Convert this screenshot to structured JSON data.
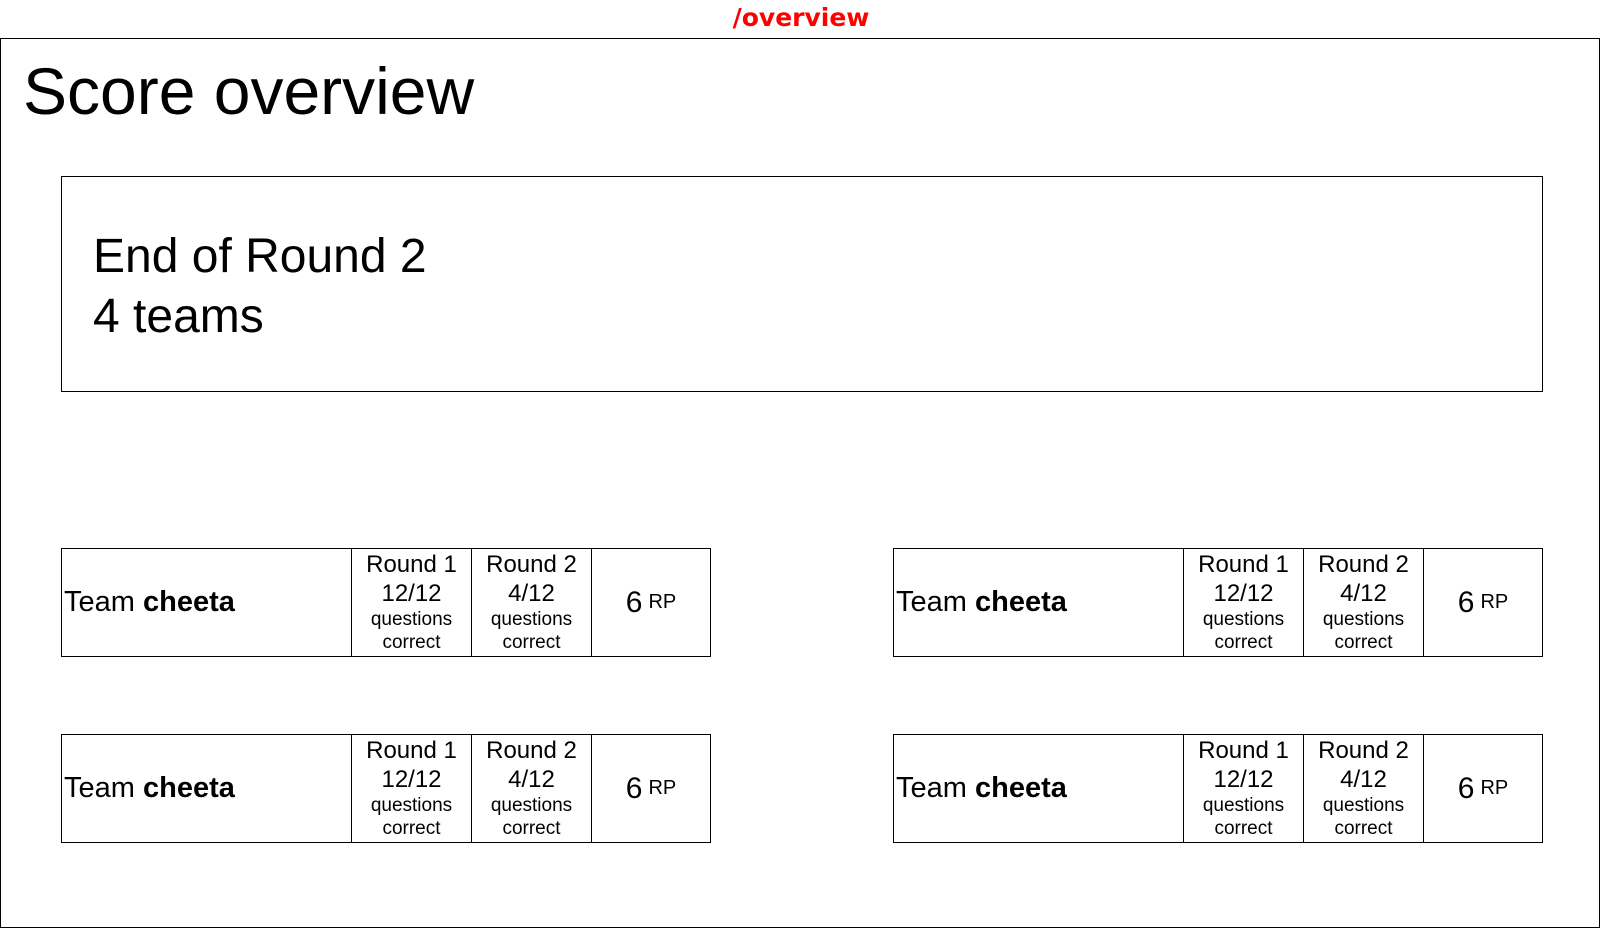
{
  "route": "/overview",
  "page": {
    "title": "Score overview"
  },
  "status": {
    "round_line": "End of Round 2",
    "teams_line": "4 teams"
  },
  "teams": [
    {
      "prefix": "Team",
      "name": "cheeta",
      "rounds": [
        {
          "label": "Round 1",
          "score": "12/12",
          "caption_1": "questions",
          "caption_2": "correct"
        },
        {
          "label": "Round 2",
          "score": "4/12",
          "caption_1": "questions",
          "caption_2": "correct"
        }
      ],
      "points": "6",
      "points_unit": "RP"
    },
    {
      "prefix": "Team",
      "name": "cheeta",
      "rounds": [
        {
          "label": "Round 1",
          "score": "12/12",
          "caption_1": "questions",
          "caption_2": "correct"
        },
        {
          "label": "Round 2",
          "score": "4/12",
          "caption_1": "questions",
          "caption_2": "correct"
        }
      ],
      "points": "6",
      "points_unit": "RP"
    },
    {
      "prefix": "Team",
      "name": "cheeta",
      "rounds": [
        {
          "label": "Round 1",
          "score": "12/12",
          "caption_1": "questions",
          "caption_2": "correct"
        },
        {
          "label": "Round 2",
          "score": "4/12",
          "caption_1": "questions",
          "caption_2": "correct"
        }
      ],
      "points": "6",
      "points_unit": "RP"
    },
    {
      "prefix": "Team",
      "name": "cheeta",
      "rounds": [
        {
          "label": "Round 1",
          "score": "12/12",
          "caption_1": "questions",
          "caption_2": "correct"
        },
        {
          "label": "Round 2",
          "score": "4/12",
          "caption_1": "questions",
          "caption_2": "correct"
        }
      ],
      "points": "6",
      "points_unit": "RP"
    }
  ],
  "colors": {
    "route_label": "#ff0000",
    "border": "#000000",
    "background": "#ffffff"
  }
}
